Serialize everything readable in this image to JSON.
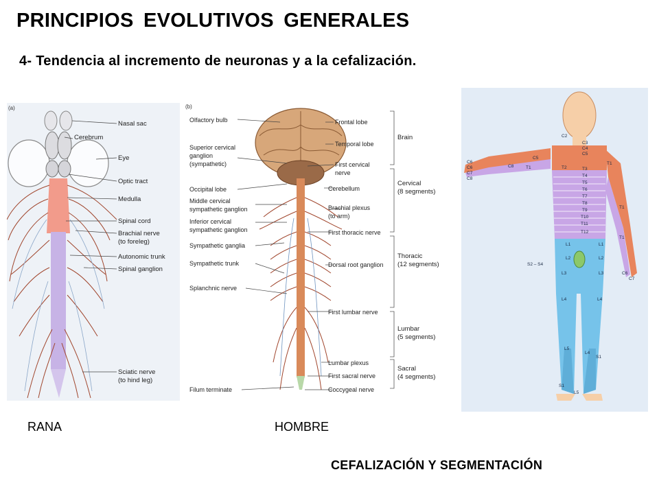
{
  "title": "PRINCIPIOS EVOLUTIVOS GENERALES",
  "subtitle": "4- Tendencia al incremento de neuronas y a la cefalización.",
  "captions": {
    "frog": "RANA",
    "human": "HOMBRE"
  },
  "footer": "CEFALIZACIÓN Y SEGMENTACIÓN",
  "frog": {
    "panel_letter": "(a)",
    "labels": [
      "Nasal sac",
      "Cerebrum",
      "Eye",
      "Optic tract",
      "Medulla",
      "Spinal cord",
      "Brachial nerve",
      "(to foreleg)",
      "Autonomic trunk",
      "Spinal ganglion",
      "Sciatic nerve",
      "(to hind leg)"
    ]
  },
  "human": {
    "panel_letter": "(b)",
    "left_labels": [
      "Olfactory bulb",
      "Superior cervical",
      "ganglion",
      "(sympathetic)",
      "Occipital lobe",
      "Middle cervical",
      "sympathetic ganglion",
      "Inferior cervical",
      "sympathetic ganglion",
      "Sympathetic ganglia",
      "Sympathetic trunk",
      "Splanchnic nerve",
      "Filum terminate"
    ],
    "right_labels": [
      "Frontal lobe",
      "Temporal lobe",
      "First cervical",
      "nerve",
      "Cerebellum",
      "Brachial plexus",
      "(to arm)",
      "First thoracic nerve",
      "Dorsal root ganglion",
      "First lumbar nerve",
      "Lumbar plexus",
      "First sacral nerve",
      "Coccygeal nerve"
    ],
    "regions": [
      "Brain",
      "Cervical",
      "(8 segments)",
      "Thoracic",
      "(12 segments)",
      "Lumbar",
      "(5 segments)",
      "Sacral",
      "(4 segments)"
    ]
  },
  "dermatome": {
    "labels": [
      "C2",
      "C3",
      "C4",
      "C5",
      "C6",
      "C6",
      "C7",
      "C8",
      "C5",
      "C8",
      "T1",
      "T1",
      "T2",
      "T3",
      "T4",
      "T5",
      "T6",
      "T7",
      "T8",
      "T9",
      "T10",
      "T11",
      "T12",
      "T1",
      "T1",
      "L1",
      "L1",
      "L2",
      "L2",
      "S2 – S4",
      "L3",
      "L3",
      "L4",
      "L4",
      "L5",
      "L4",
      "S1",
      "S1",
      "L5",
      "C6",
      "C7"
    ],
    "colors": {
      "cervical": "#e8845c",
      "thoracic": "#c8a6e6",
      "lumbar": "#76c3ea",
      "sacral": "#8cc86a",
      "skin": "#f6cfa8"
    }
  },
  "colors": {
    "frog_cord": "#f29b8b",
    "frog_trunk": "#c7b3e6",
    "nerve": "#a0452c"
  }
}
